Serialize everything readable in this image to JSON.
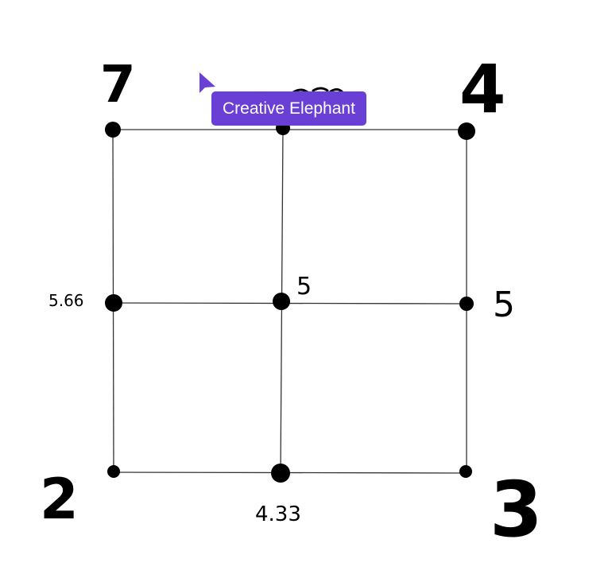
{
  "diagram": {
    "corner_labels": {
      "top_left": "7",
      "top_right": "4",
      "bottom_left": "2",
      "bottom_right": "3"
    },
    "edge_labels": {
      "left_middle": "5.66",
      "center": "5",
      "right_middle": "5",
      "bottom_middle": "4.33"
    }
  },
  "collaborator": {
    "name": "Creative Elephant",
    "color": "#6a3fd6"
  }
}
